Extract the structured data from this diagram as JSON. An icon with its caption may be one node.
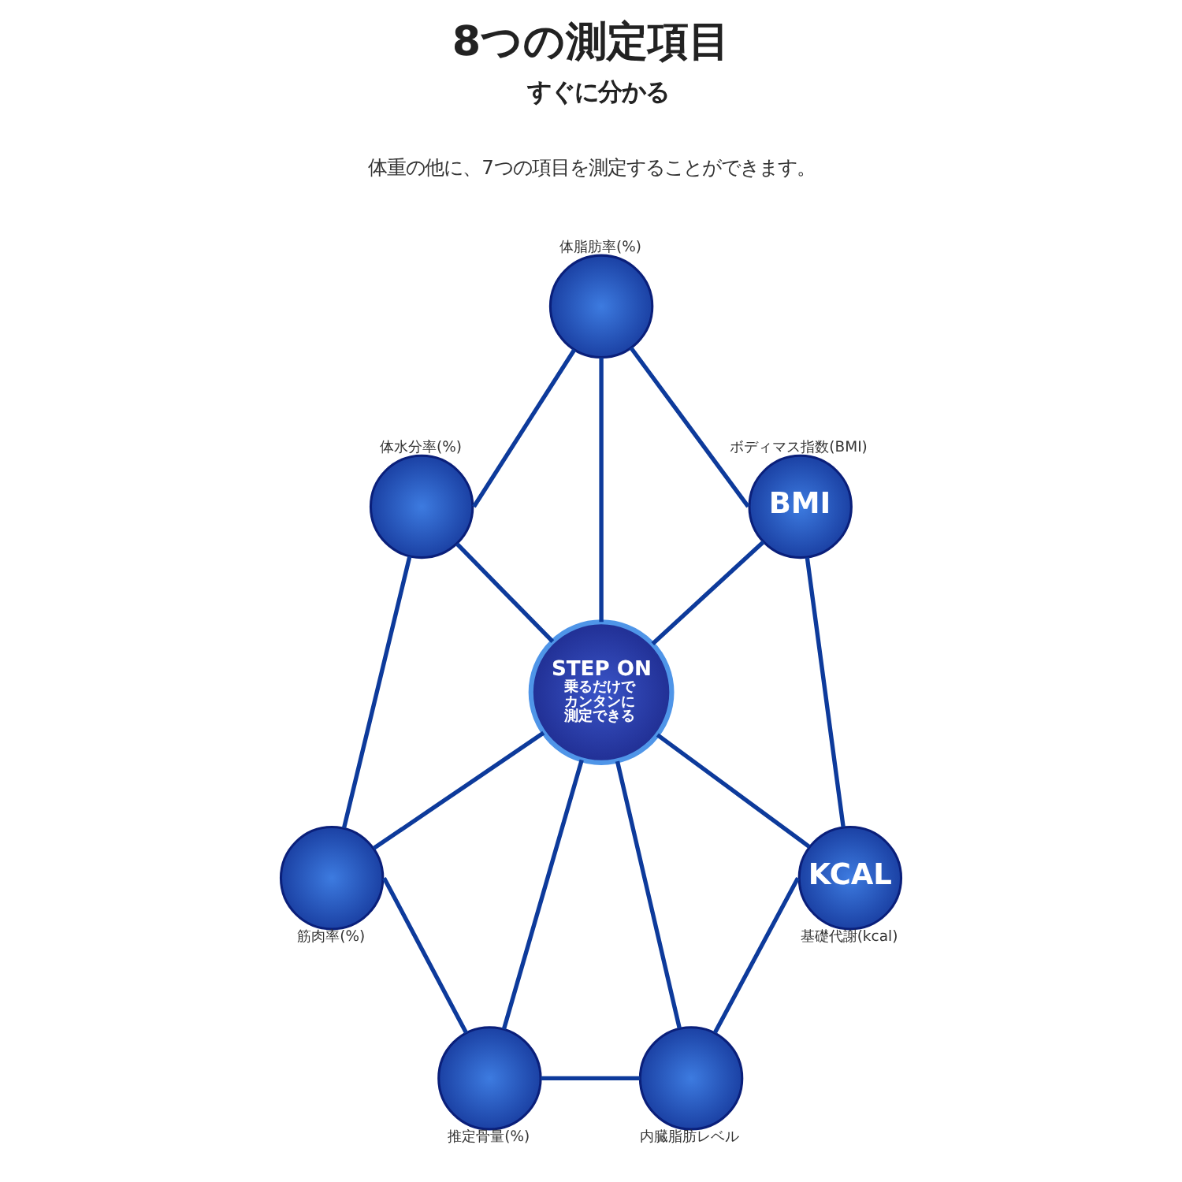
{
  "diagram": {
    "title": "8つの測定項目",
    "nodes": [
      {
        "text": [],
        "shape": "circle",
        "beside": [
          "体脂肪率(%)"
        ]
      },
      {
        "text": [],
        "shape": "circle",
        "beside": [
          "体水分率(%)"
        ]
      },
      {
        "text": [
          "BMI"
        ],
        "beside": [
          "ボディマス指数(BMI)"
        ]
      },
      {
        "text": [
          "STEP ON",
          "乗るだけでカンタンに測定できる"
        ]
      },
      {
        "text": [],
        "shape": "circle",
        "beside": [
          "筋肉率(%)"
        ]
      },
      {
        "text": [
          "KCAL"
        ],
        "beside": [
          "基礎代謝(kcal)"
        ]
      },
      {
        "text": [],
        "shape": "circle",
        "beside": [
          "推定骨量(%)"
        ]
      },
      {
        "text": [],
        "shape": "circle",
        "beside": [
          "内臓脂肪レベル"
        ]
      }
    ],
    "edges": [
      {
        "from": 0,
        "to": 1,
        "arrow": "none"
      },
      {
        "from": 0,
        "to": 2,
        "arrow": "none"
      },
      {
        "from": 0,
        "to": 3,
        "arrow": "none"
      },
      {
        "from": 1,
        "to": 3,
        "arrow": "none"
      },
      {
        "from": 2,
        "to": 3,
        "arrow": "none"
      },
      {
        "from": 1,
        "to": 4,
        "arrow": "none"
      },
      {
        "from": 2,
        "to": 5,
        "arrow": "none"
      },
      {
        "from": 3,
        "to": 4,
        "arrow": "none"
      },
      {
        "from": 3,
        "to": 5,
        "arrow": "none"
      },
      {
        "from": 3,
        "to": 6,
        "arrow": "none"
      },
      {
        "from": 3,
        "to": 7,
        "arrow": "none"
      },
      {
        "from": 4,
        "to": 6,
        "arrow": "none"
      },
      {
        "from": 5,
        "to": 7,
        "arrow": "none"
      },
      {
        "from": 6,
        "to": 7,
        "arrow": "none"
      }
    ],
    "labels": [
      "すぐに分かる",
      "体重の他に、7つの項目を測定することができます。"
    ]
  }
}
